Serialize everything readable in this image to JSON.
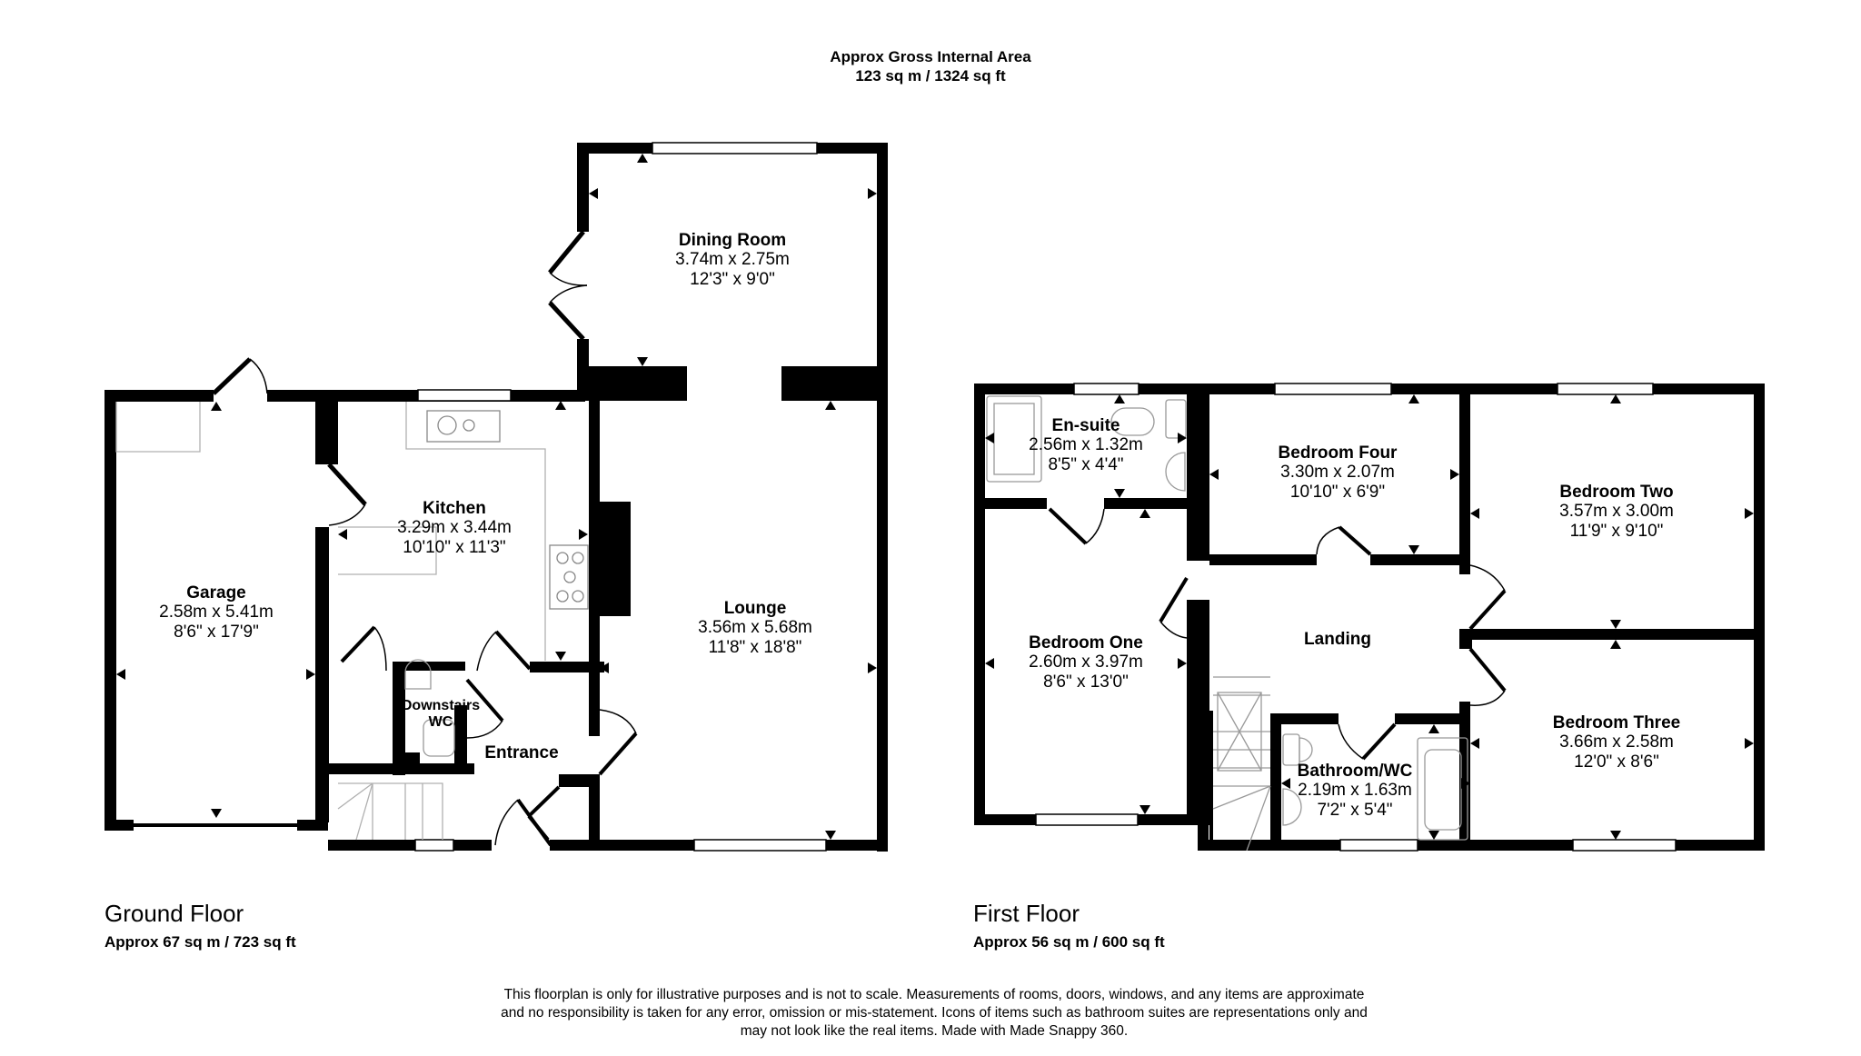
{
  "header": {
    "title": "Approx Gross Internal Area",
    "area": "123 sq m / 1324 sq ft"
  },
  "ground_floor": {
    "title": "Ground Floor",
    "area": "Approx 67 sq m / 723 sq ft",
    "rooms": [
      {
        "name": "Dining Room",
        "metric": "3.74m x 2.75m",
        "imperial": "12'3\" x 9'0\""
      },
      {
        "name": "Kitchen",
        "metric": "3.29m x 3.44m",
        "imperial": "10'10\" x 11'3\""
      },
      {
        "name": "Garage",
        "metric": "2.58m x 5.41m",
        "imperial": "8'6\" x 17'9\""
      },
      {
        "name": "Lounge",
        "metric": "3.56m x 5.68m",
        "imperial": "11'8\" x 18'8\""
      },
      {
        "name": "Downstairs WC"
      },
      {
        "name": "Entrance"
      }
    ]
  },
  "first_floor": {
    "title": "First Floor",
    "area": "Approx 56 sq m / 600 sq ft",
    "rooms": [
      {
        "name": "En-suite",
        "metric": "2.56m x 1.32m",
        "imperial": "8'5\" x 4'4\""
      },
      {
        "name": "Bedroom Four",
        "metric": "3.30m x 2.07m",
        "imperial": "10'10\" x 6'9\""
      },
      {
        "name": "Bedroom Two",
        "metric": "3.57m x 3.00m",
        "imperial": "11'9\" x 9'10\""
      },
      {
        "name": "Bedroom One",
        "metric": "2.60m x 3.97m",
        "imperial": "8'6\" x 13'0\""
      },
      {
        "name": "Landing"
      },
      {
        "name": "Bathroom/WC",
        "metric": "2.19m x 1.63m",
        "imperial": "7'2\" x 5'4\""
      },
      {
        "name": "Bedroom Three",
        "metric": "3.66m x 2.58m",
        "imperial": "12'0\" x 8'6\""
      }
    ]
  },
  "disclaimer": [
    "This floorplan is only for illustrative purposes and is not to scale. Measurements of rooms, doors, windows, and any items are approximate",
    "and no responsibility is taken for any error, omission or mis-statement. Icons of items such as bathroom suites are representations only and",
    "may not look like the real items. Made with Made Snappy 360."
  ],
  "colors": {
    "wall": "#000000",
    "fixture_line": "#b0b0b0",
    "background": "#ffffff"
  }
}
